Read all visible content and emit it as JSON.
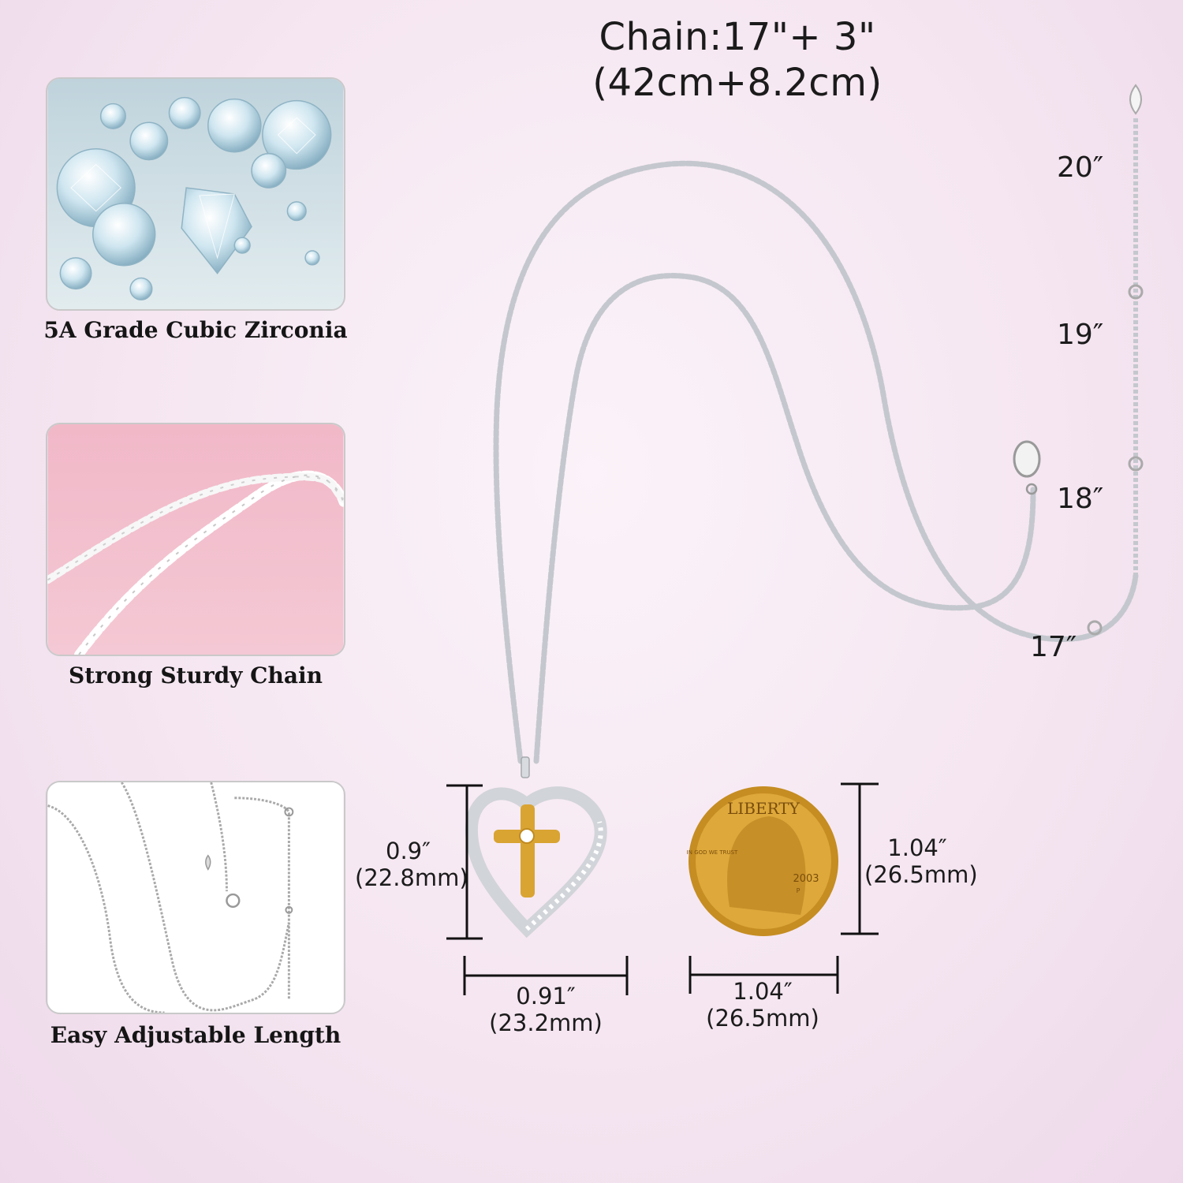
{
  "title": {
    "line1": "Chain:17\"+ 3\"",
    "line2": "(42cm+8.2cm)"
  },
  "features": [
    {
      "caption": "5A Grade Cubic Zirconia",
      "image": "cubic-zirconia-gems"
    },
    {
      "caption": "Strong Sturdy Chain",
      "image": "curb-chain-closeup"
    },
    {
      "caption": "Easy Adjustable Length",
      "image": "adjustable-chain"
    }
  ],
  "lengths": [
    "20″",
    "19″",
    "18″",
    "17″"
  ],
  "pendant": {
    "height_in": "0.9″",
    "height_mm": "(22.8mm)",
    "width_in": "0.91″",
    "width_mm": "(23.2mm)"
  },
  "coin": {
    "height_in": "1.04″",
    "height_mm": "(26.5mm)",
    "width_in": "1.04″",
    "width_mm": "(26.5mm)",
    "text_top": "LIBERTY",
    "text_left": "IN GOD WE TRUST",
    "year": "2003",
    "mint": "P"
  },
  "colors": {
    "silver": "#bfc3c9",
    "gold": "#d9a432",
    "background": "#f5e6f1"
  }
}
